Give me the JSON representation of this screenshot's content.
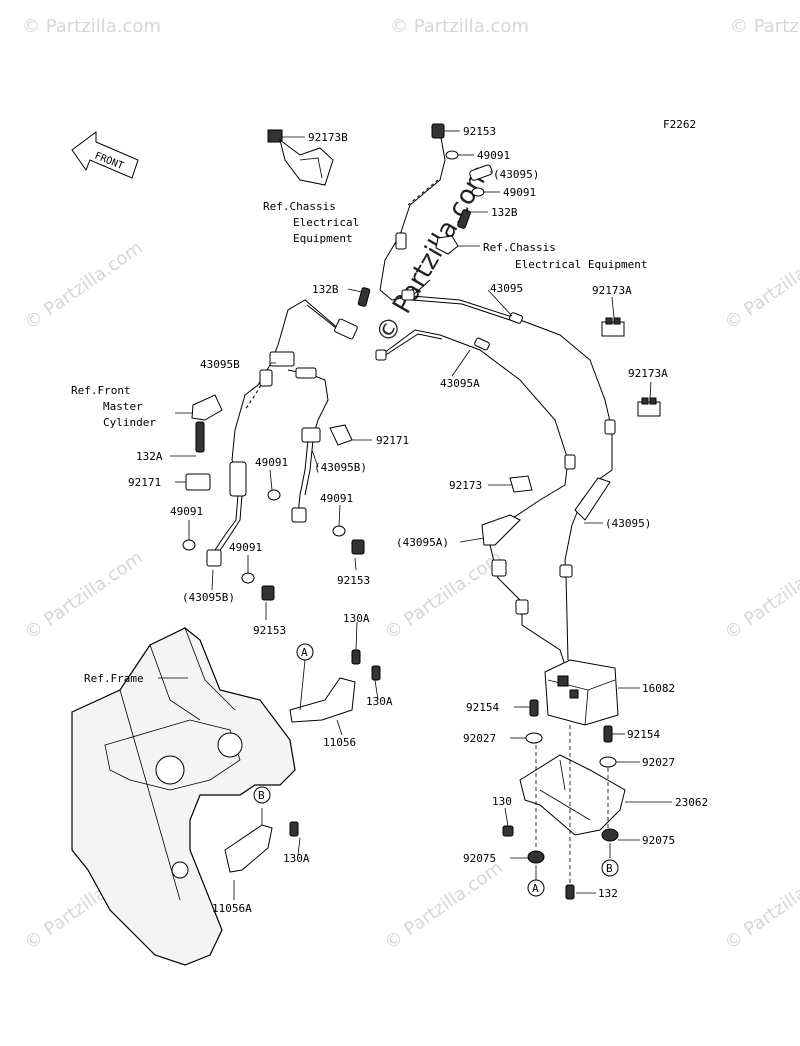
{
  "figure_code": "F2262",
  "front_arrow_label": "FRONT",
  "watermark_corner": "© Partzilla.com",
  "watermark_center": "© Partzilla.com",
  "labels": {
    "p92173B": "92173B",
    "ref_chassis_1_line1": "Ref.Chassis",
    "ref_chassis_1_line2": "Electrical",
    "ref_chassis_1_line3": "Equipment",
    "p92153_top": "92153",
    "p49091_top1": "49091",
    "p43095_paren_top": "(43095)",
    "p49091_top2": "49091",
    "p132B_top": "132B",
    "ref_chassis_2_line1": "Ref.Chassis",
    "ref_chassis_2_line2": "Electrical Equipment",
    "p132B_left": "132B",
    "p43095": "43095",
    "p92173A_1": "92173A",
    "p43095B": "43095B",
    "p43095A": "43095A",
    "p92173A_2": "92173A",
    "ref_front_line1": "Ref.Front",
    "ref_front_line2": "Master",
    "ref_front_line3": "Cylinder",
    "p92171_right": "92171",
    "p132A": "132A",
    "p49091_mid": "49091",
    "p43095B_paren": "(43095B)",
    "p92171_left": "92171",
    "p92173": "92173",
    "p49091_mid2": "49091",
    "p49091_left": "49091",
    "p43095_paren_right": "(43095)",
    "p43095A_paren": "(43095A)",
    "p49091_low": "49091",
    "p92153_mid": "92153",
    "p43095B_paren_low": "(43095B)",
    "p92153_low": "92153",
    "p130A_1": "130A",
    "ref_frame": "Ref.Frame",
    "p130A_2": "130A",
    "p11056": "11056",
    "p16082": "16082",
    "p92154_left": "92154",
    "p92154_right": "92154",
    "p92027_left": "92027",
    "p92027_right": "92027",
    "p130": "130",
    "p23062": "23062",
    "p92075_right": "92075",
    "p130A_3": "130A",
    "p92075_left": "92075",
    "p11056A": "11056A",
    "p132": "132"
  },
  "callouts": {
    "A": "A",
    "B": "B"
  }
}
